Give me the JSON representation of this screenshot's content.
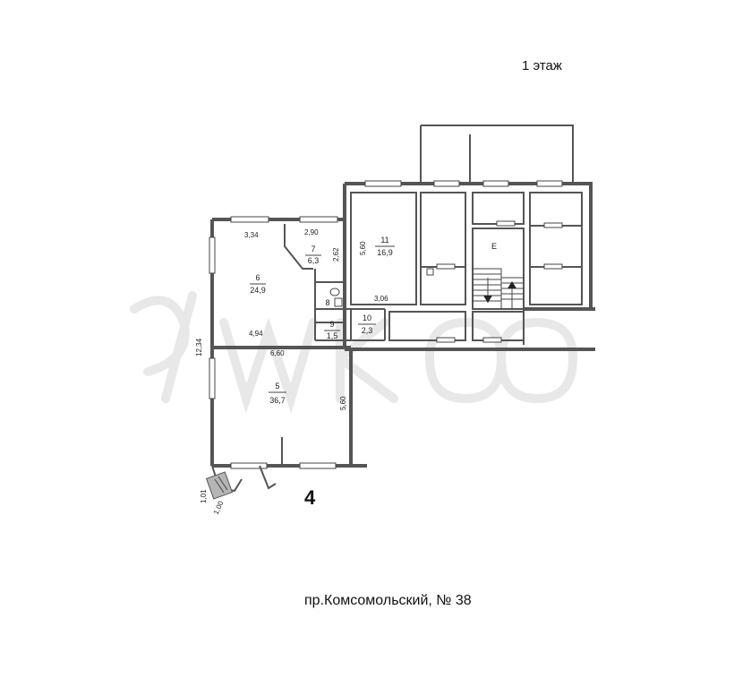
{
  "floor_label": "1 этаж",
  "entrance_number": "4",
  "address": "пр.Комсомольский, № 38",
  "rooms": [
    {
      "id": "5",
      "area": "36,7"
    },
    {
      "id": "6",
      "area": "24,9"
    },
    {
      "id": "7",
      "area": "6,3"
    },
    {
      "id": "8",
      "area": ""
    },
    {
      "id": "9",
      "area": "1,5"
    },
    {
      "id": "10",
      "area": "2,3"
    },
    {
      "id": "11",
      "area": "16,9"
    },
    {
      "id": "Е",
      "area": ""
    }
  ],
  "dimensions": {
    "d_3_34": "3,34",
    "d_2_90": "2,90",
    "d_2_62": "2,62",
    "d_5_60_room11": "5,60",
    "d_3_06": "3,06",
    "d_4_94": "4,94",
    "d_12_34": "12,34",
    "d_6_60": "6,60",
    "d_5_60_room5": "5,60",
    "d_1_01": "1,01",
    "d_1_00": "1,00"
  }
}
